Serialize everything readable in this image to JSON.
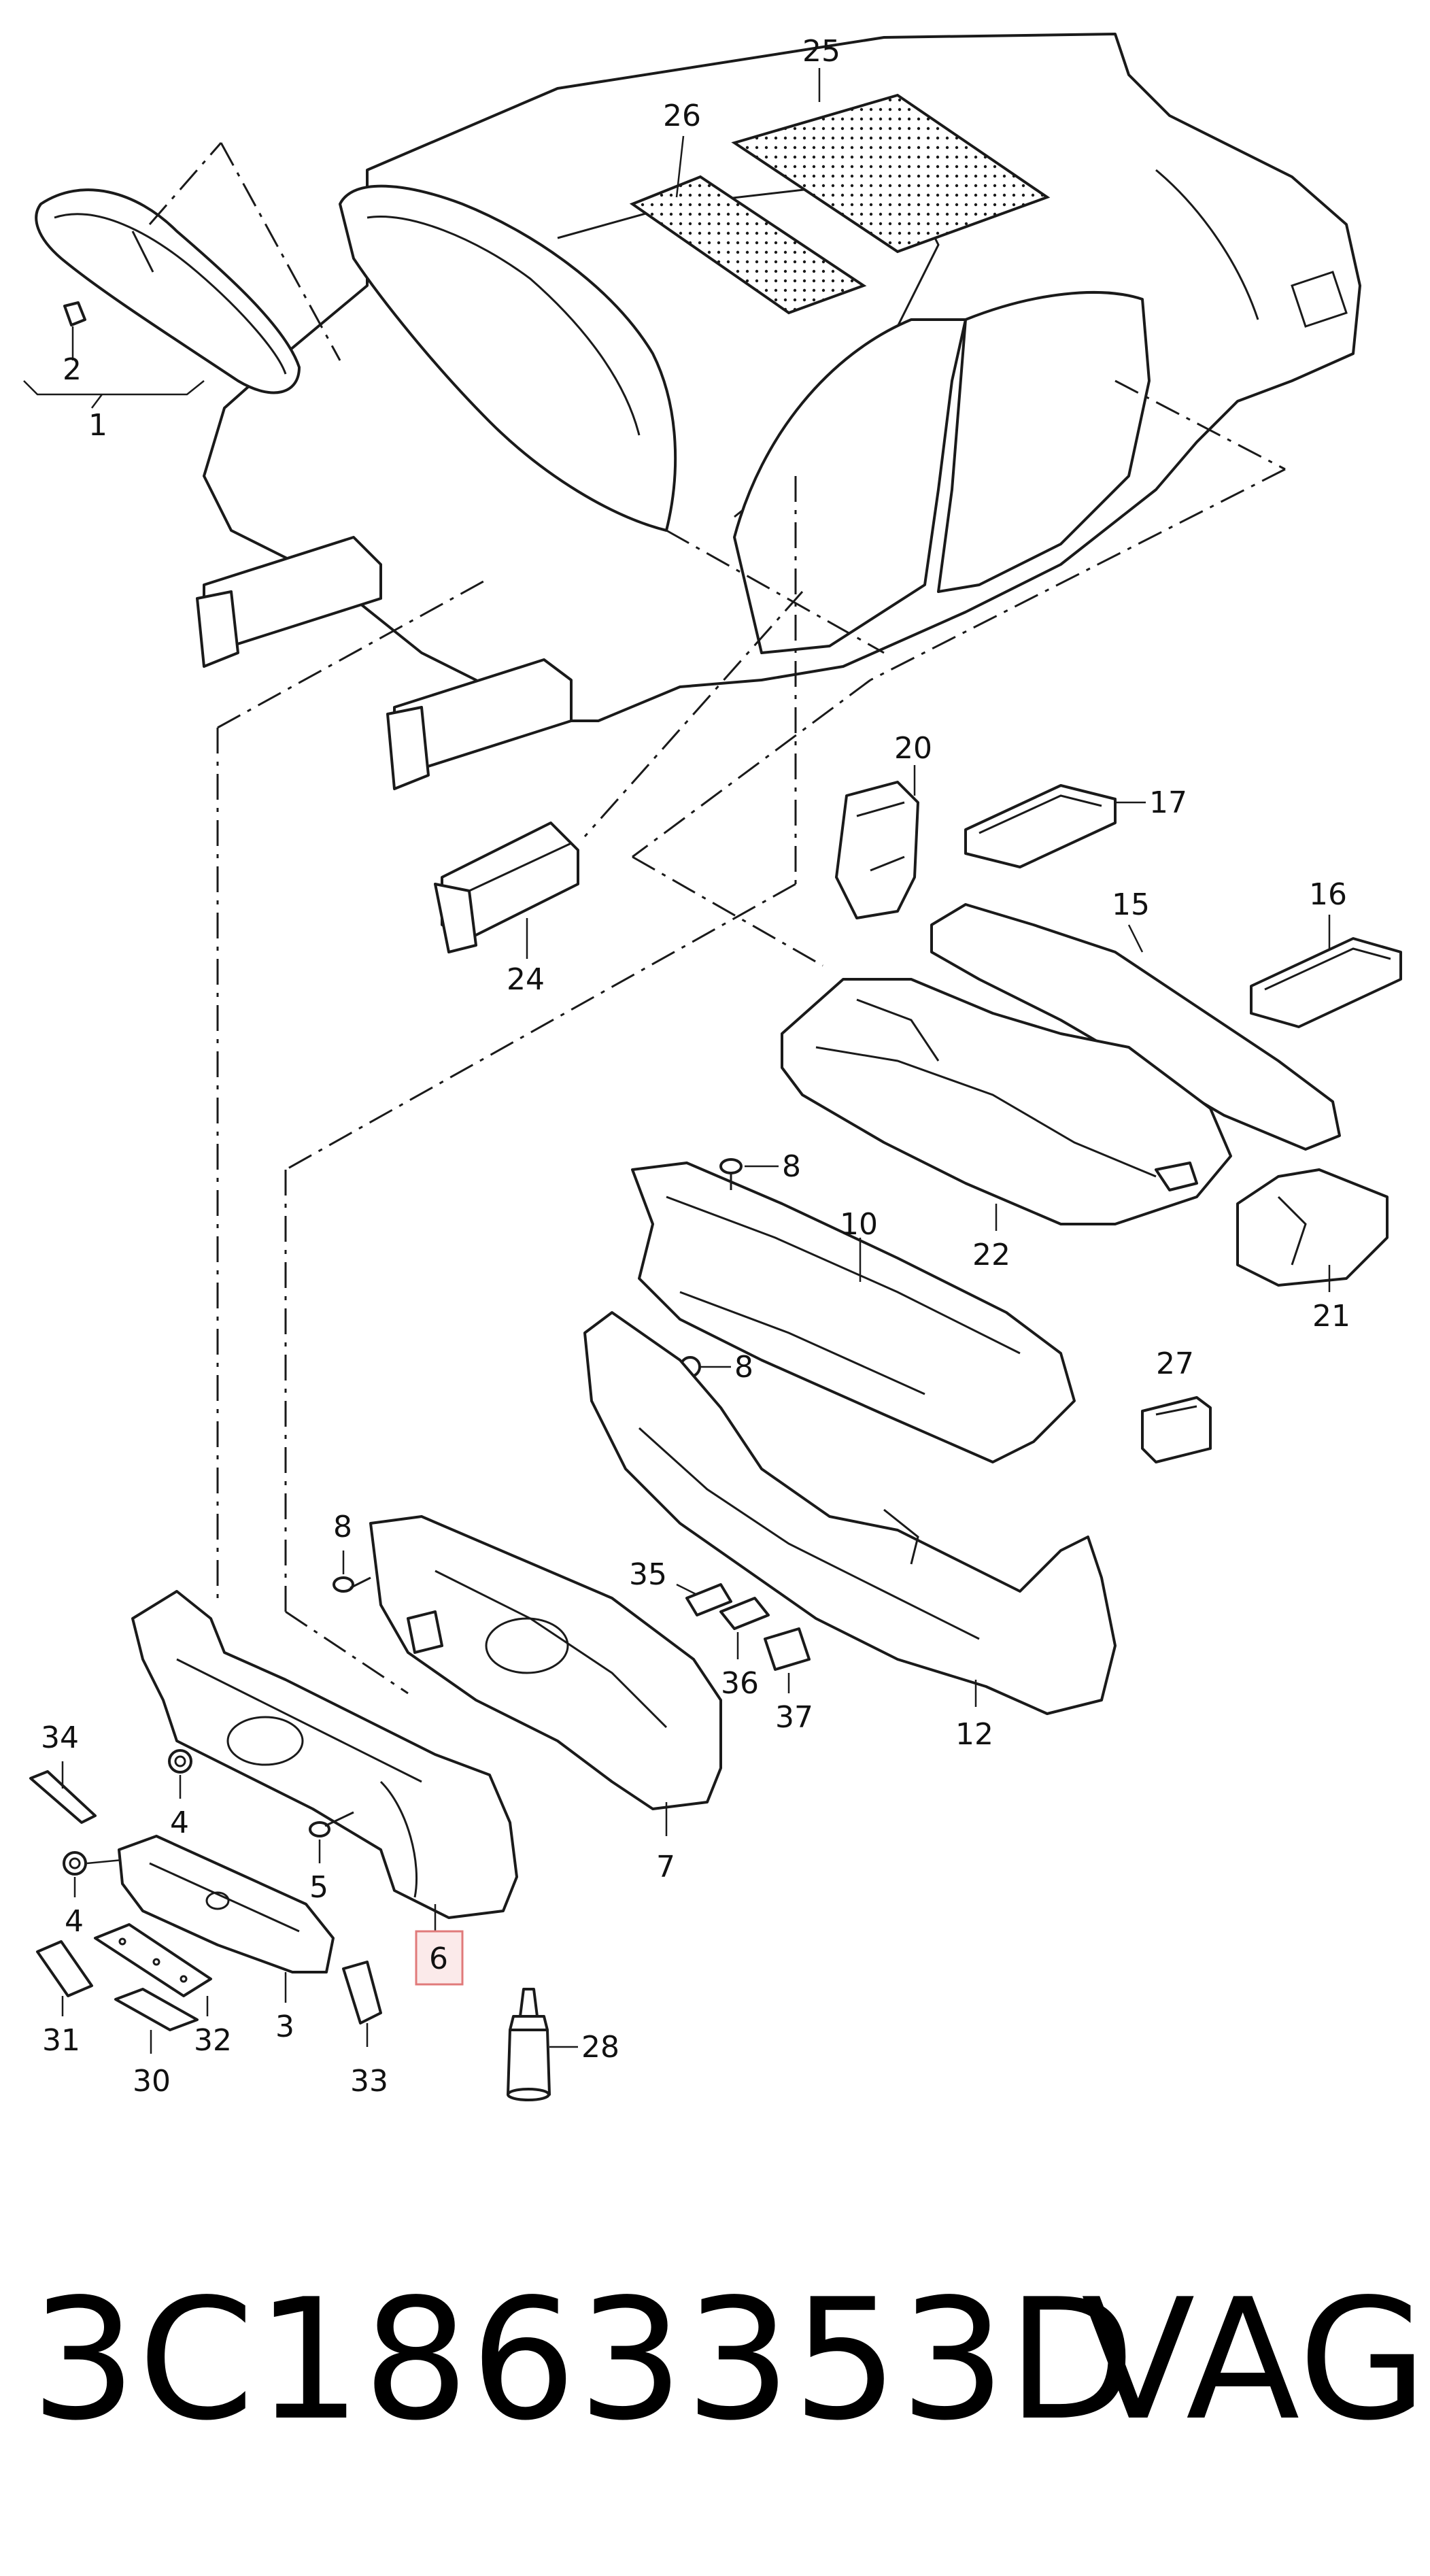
{
  "footer": {
    "part_number": "3C1863353D",
    "brand": "VAG"
  },
  "callouts": {
    "c1": "1",
    "c2": "2",
    "c3": "3",
    "c4a": "4",
    "c4b": "4",
    "c5": "5",
    "c6": "6",
    "c7": "7",
    "c8a": "8",
    "c8b": "8",
    "c8c": "8",
    "c10": "10",
    "c12": "12",
    "c15": "15",
    "c16": "16",
    "c17": "17",
    "c20": "20",
    "c21": "21",
    "c22": "22",
    "c24": "24",
    "c25": "25",
    "c26": "26",
    "c27": "27",
    "c28": "28",
    "c30": "30",
    "c31": "31",
    "c32": "32",
    "c33": "33",
    "c34": "34",
    "c35": "35",
    "c36": "36",
    "c37": "37"
  },
  "highlighted_part": "6",
  "colors": {
    "line": "#1a1a1a",
    "highlight_fill": "#fbeaea",
    "highlight_stroke": "#e07a7a"
  }
}
